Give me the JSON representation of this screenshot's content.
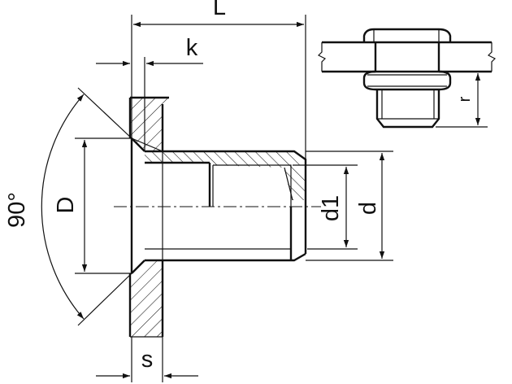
{
  "drawing": {
    "labels": {
      "length": "L",
      "head_height": "k",
      "countersink_angle": "90°",
      "head_diameter": "D",
      "thread_diameter": "d1",
      "shank_diameter": "d",
      "grip_thickness": "s",
      "radius": "r"
    },
    "colors": {
      "line": "#111111",
      "background": "#ffffff"
    }
  }
}
